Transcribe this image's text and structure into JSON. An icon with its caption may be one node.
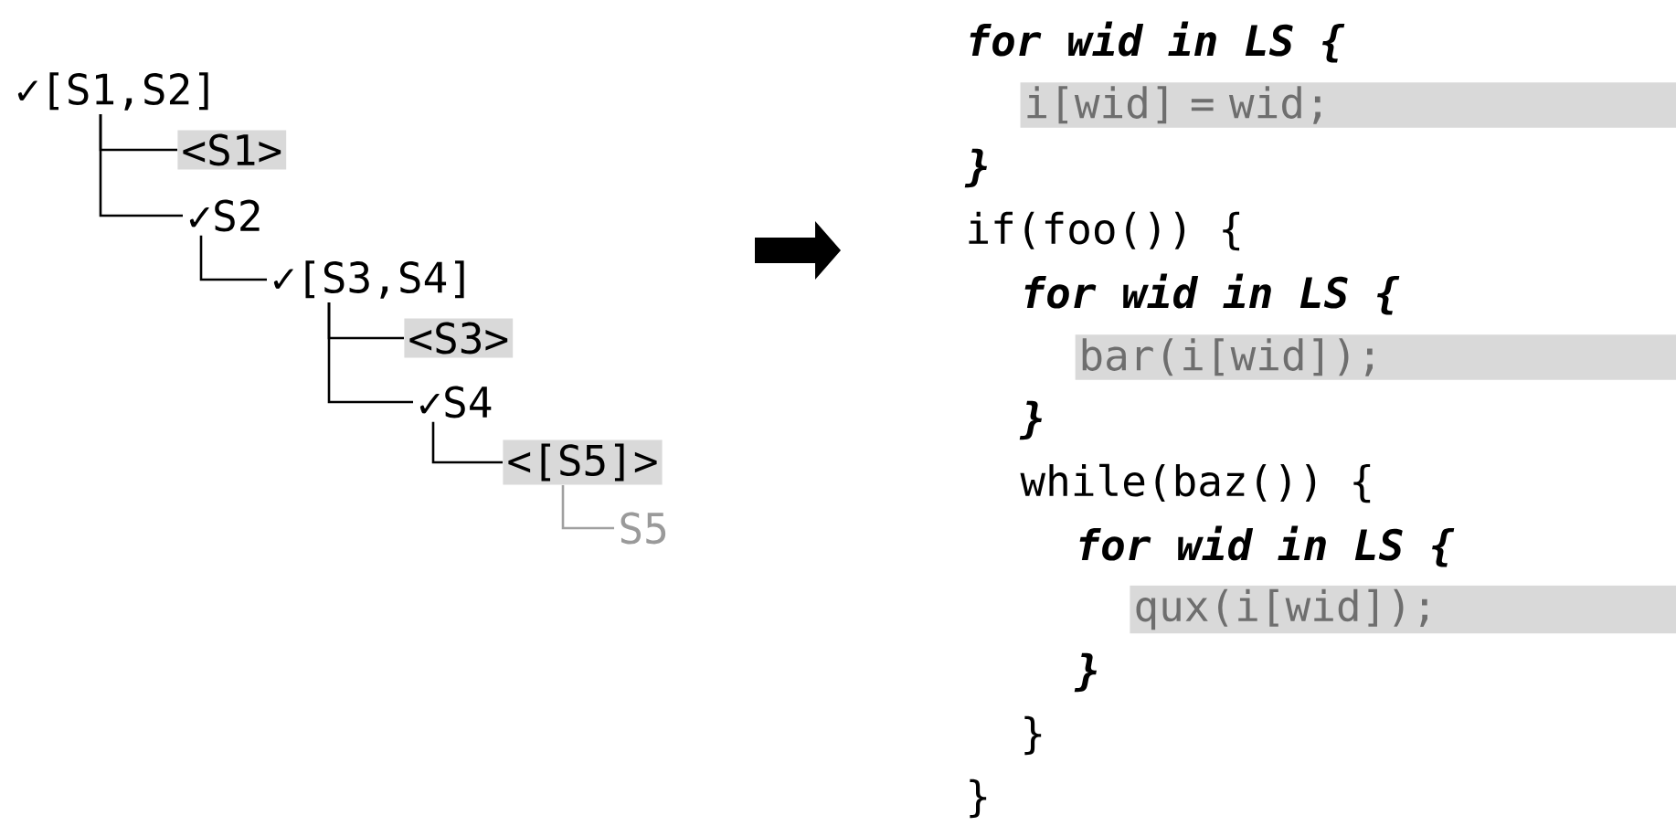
{
  "diagram": {
    "nodes": [
      {
        "text": [
          "✓[S1,S2]"
        ]
      },
      {
        "text": [
          "<S1>"
        ]
      },
      {
        "text": [
          "✓S2"
        ]
      },
      {
        "text": [
          "✓[S3,S4]"
        ]
      },
      {
        "text": [
          "<S3>"
        ]
      },
      {
        "text": [
          "✓S4"
        ]
      },
      {
        "text": [
          "<[S5]>"
        ]
      },
      {
        "text": [
          "S5"
        ]
      }
    ],
    "edges": [
      {
        "from": 0,
        "to": 1,
        "arrow": "none"
      },
      {
        "from": 0,
        "to": 2,
        "arrow": "none"
      },
      {
        "from": 2,
        "to": 3,
        "arrow": "none"
      },
      {
        "from": 3,
        "to": 4,
        "arrow": "none"
      },
      {
        "from": 3,
        "to": 5,
        "arrow": "none"
      },
      {
        "from": 5,
        "to": 6,
        "arrow": "none"
      },
      {
        "from": 6,
        "to": 7,
        "arrow": "none",
        "color": "#a0a0a0"
      }
    ],
    "labels": [
      "for wid in LS {",
      "i[wid] = wid;",
      "}",
      "if(foo()) {",
      "for wid in LS {",
      "bar(i[wid]);",
      "}",
      "while(baz()) {",
      "for wid in LS {",
      "qux(i[wid]);",
      "}",
      "}",
      "}"
    ]
  }
}
